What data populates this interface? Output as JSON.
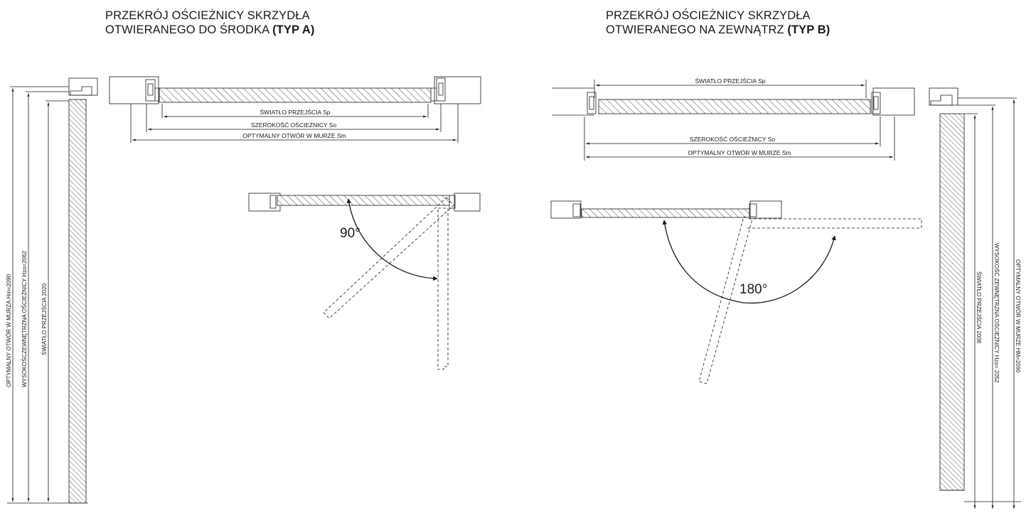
{
  "type_a": {
    "title_line1": "PRZEKRÓJ OŚCIEŻNICY SKRZYDŁA",
    "title_line2": "OTWIERANEGO DO ŚRODKA",
    "title_type": "(TYP A)",
    "dim_clear_width": "ŚWIATŁO PRZEJŚCIA Sp",
    "dim_frame_width": "SZEROKOŚĆ OŚCIEŻNICY So",
    "dim_wall_opening": "OPTYMALNY OTWÓR W MURZE Sm",
    "dim_height_opening": "OPTYMALNY OTWÓR W MURZA Hm=2090",
    "dim_height_frame": "WYSOKOŚCZEWNĘTRZNA OŚCIEŻNICY Hzo=2062",
    "dim_height_clear": "ŚWIATŁO PRZEJŚCIA 2020",
    "swing_angle": "90°"
  },
  "type_b": {
    "title_line1": "PRZEKRÓJ OŚCIEŻNICY SKRZYDŁA",
    "title_line2": "OTWIERANEGO NA ZEWNĄTRZ",
    "title_type": "(TYP B)",
    "dim_clear_width": "ŚWIATŁO PRZEJŚCIA Sp",
    "dim_frame_width": "SZEROKOŚĆ OŚCIEŻNICY So",
    "dim_wall_opening": "OPTYMALNY OTWÓR W MURZE Sm",
    "dim_height_opening": "OPTYMALNY OTWÓR W MURZE HM=2090",
    "dim_height_frame": "WYSOKOŚĆ ZEWNĘTRZNA OŚCIEŻNICY Hzo= 2052",
    "dim_height_clear": "ŚWIATŁO PRZEJŚCIA 2008",
    "swing_angle": "180°"
  },
  "colors": {
    "line": "#1a1a1a",
    "background": "#ffffff"
  }
}
